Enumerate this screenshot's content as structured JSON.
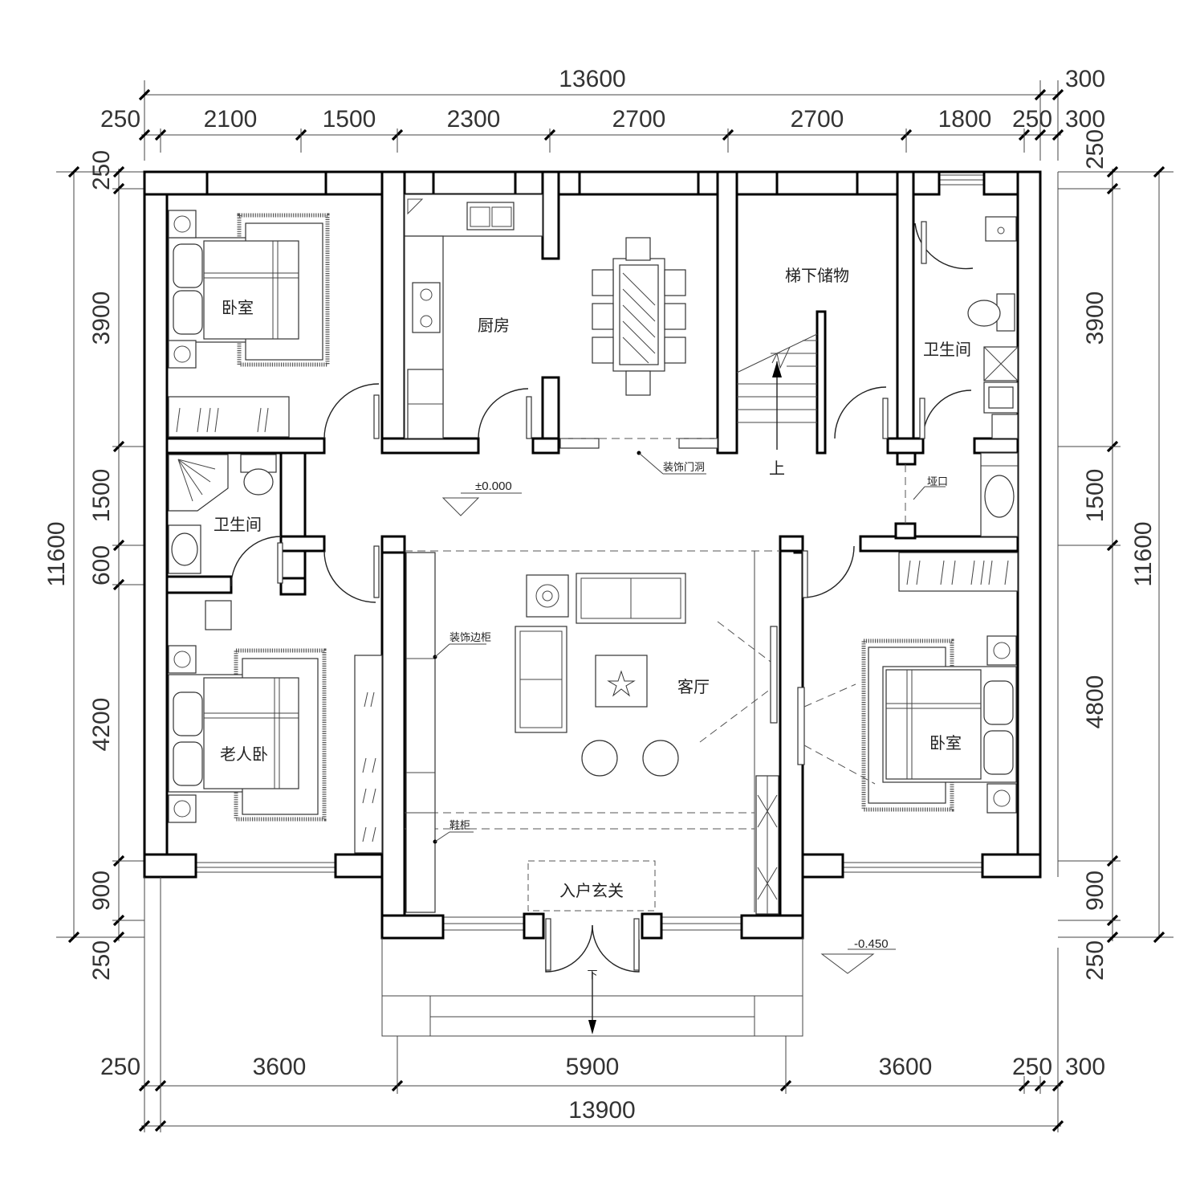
{
  "dimensions": {
    "top_total": "13600",
    "top_right_outer": "300",
    "top_segments": [
      "250",
      "2100",
      "1500",
      "2300",
      "2700",
      "2700",
      "1800",
      "250",
      "300"
    ],
    "top_right_vertical": "250",
    "left_total": "11600",
    "left_segments": [
      "250",
      "3900",
      "1500",
      "600",
      "4200",
      "900",
      "250"
    ],
    "right_total": "11600",
    "right_segments": [
      "3900",
      "1500",
      "4800",
      "900",
      "250"
    ],
    "bottom_segments": [
      "250",
      "3600",
      "5900",
      "3600",
      "250",
      "300"
    ],
    "bottom_total": "13900"
  },
  "rooms": {
    "bedroom_nw": "卧室",
    "kitchen": "厨房",
    "stair_storage": "梯下储物",
    "bathroom_ne": "卫生间",
    "bathroom_w": "卫生间",
    "elder_bedroom": "老人卧",
    "living_room": "客厅",
    "bedroom_e": "卧室",
    "entry_foyer": "入户玄关"
  },
  "annotations": {
    "deco_opening": "装饰门洞",
    "pass_opening": "垭口",
    "deco_cabinet": "装饰边柜",
    "shoe_cabinet": "鞋柜",
    "stair_up": "上",
    "steps_down": "下"
  },
  "levels": {
    "interior": "±0.000",
    "exterior": "-0.450"
  }
}
